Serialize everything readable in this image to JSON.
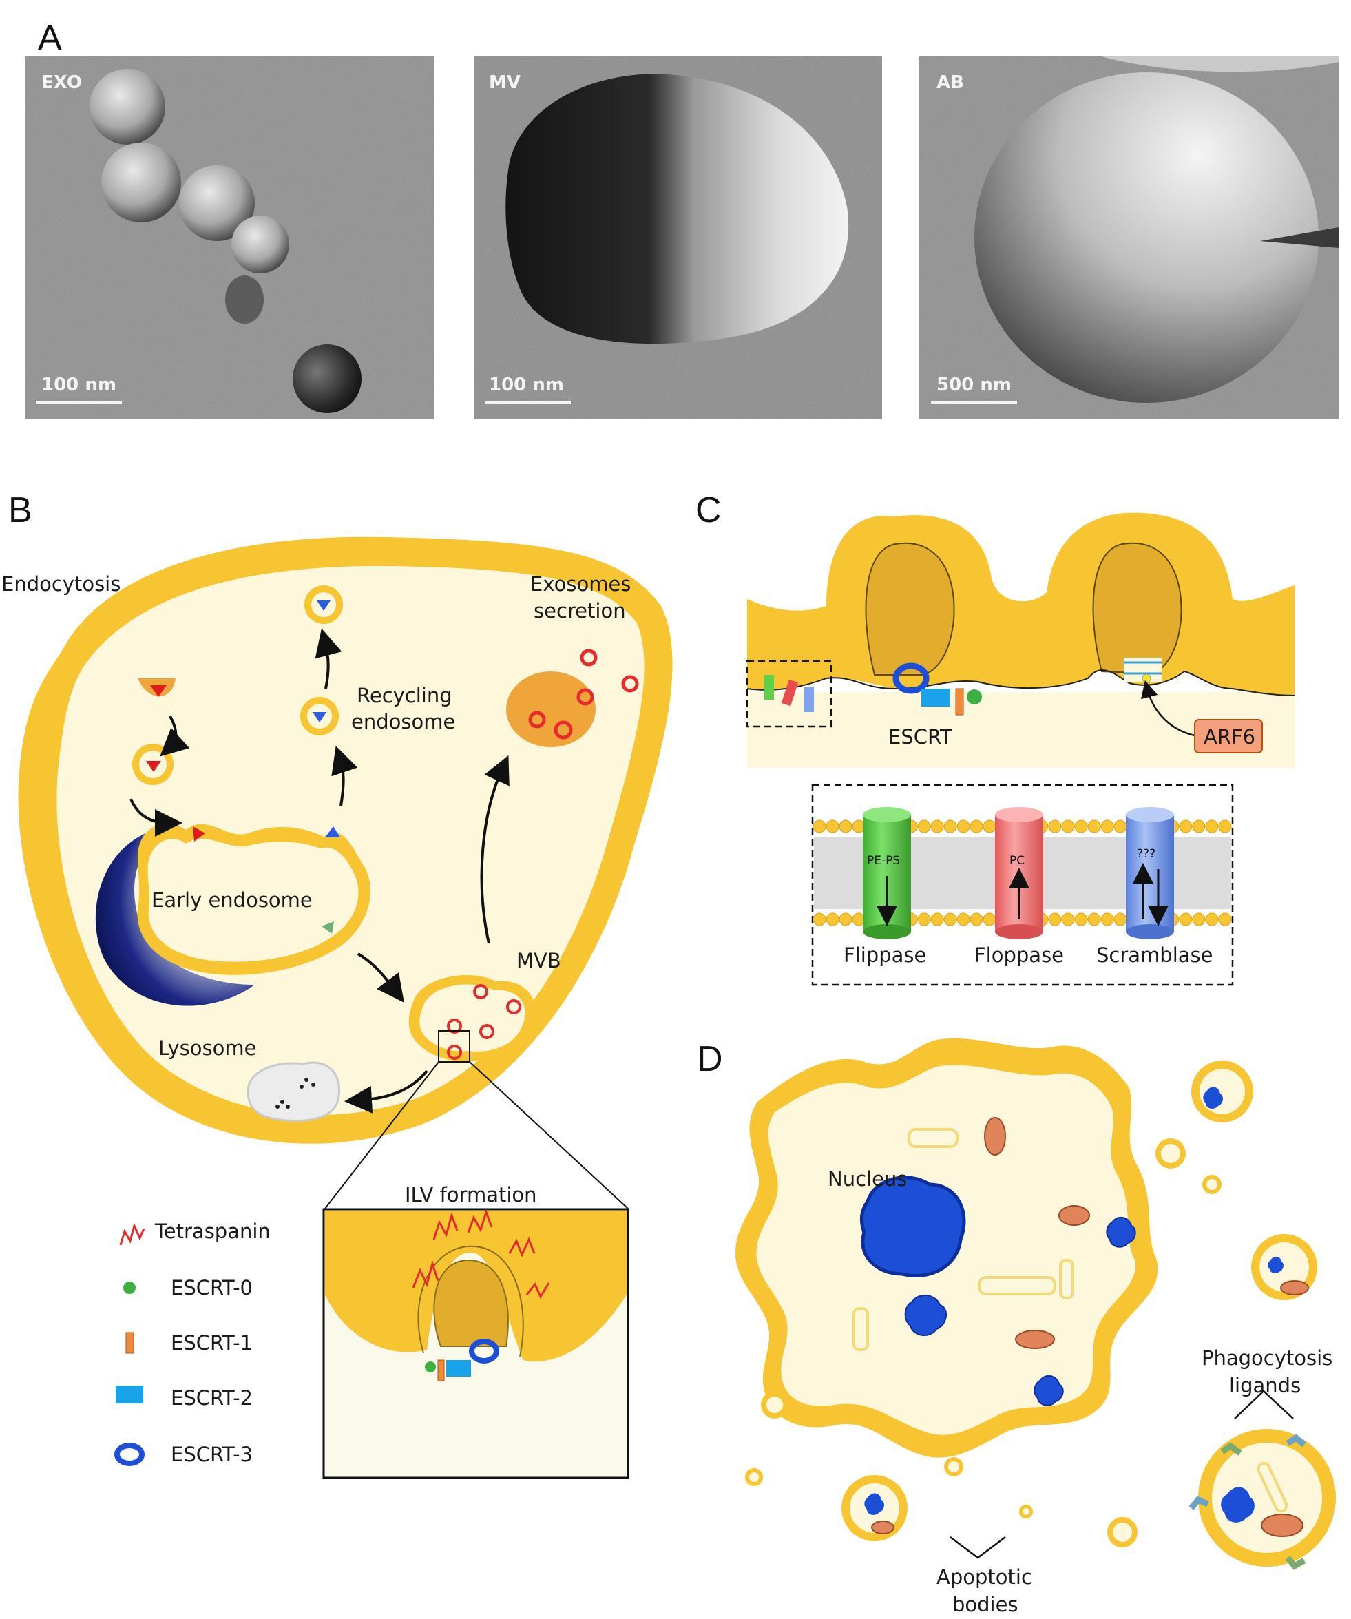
{
  "panels": {
    "A": "A",
    "B": "B",
    "C": "C",
    "D": "D"
  },
  "micrographs": [
    {
      "tag": "EXO",
      "scale": "100 nm"
    },
    {
      "tag": "MV",
      "scale": "100 nm"
    },
    {
      "tag": "AB",
      "scale": "500 nm"
    }
  ],
  "panel_b": {
    "endocytosis": "Endocytosis",
    "exosomes_1": "Exosomes",
    "exosomes_2": "secretion",
    "recycling_1": "Recycling",
    "recycling_2": "endosome",
    "early_endosome": "Early endosome",
    "mvb": "MVB",
    "lysosome": "Lysosome",
    "ilv": "ILV formation"
  },
  "legend": [
    {
      "label": "Tetraspanin",
      "icon": "tetraspanin-icon"
    },
    {
      "label": "ESCRT-0",
      "icon": "green-dot-icon"
    },
    {
      "label": "ESCRT-1",
      "icon": "orange-bar-icon"
    },
    {
      "label": "ESCRT-2",
      "icon": "blue-rectangle-icon"
    },
    {
      "label": "ESCRT-3",
      "icon": "blue-ring-icon"
    }
  ],
  "panel_c": {
    "escrt": "ESCRT",
    "arf6": "ARF6",
    "channels": [
      {
        "tag": "PE-PS",
        "label": "Flippase",
        "color": "#5fcf4a"
      },
      {
        "tag": "PC",
        "label": "Floppase",
        "color": "#f07f7f"
      },
      {
        "tag": "???",
        "label": "Scramblase",
        "color": "#7fa3ee"
      }
    ]
  },
  "panel_d": {
    "nucleus": "Nucleus",
    "phago_1": "Phagocytosis",
    "phago_2": "ligands",
    "apop_1": "Apoptotic",
    "apop_2": "bodies"
  },
  "colors": {
    "membrane": "#f7c531",
    "cytoplasm": "#fdf8dc",
    "lumen": "#e2ad2c",
    "escrt_blue": "#1c4fd6",
    "lysosome": "#1e2a8a",
    "vesicle_red": "#e52b2b"
  }
}
